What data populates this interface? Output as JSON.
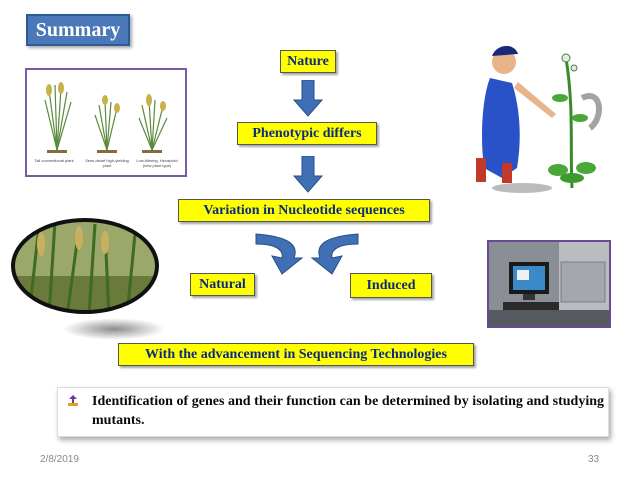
{
  "slide": {
    "title": "Summary",
    "flow": {
      "nature": "Nature",
      "phenotypic": "Phenotypic differs",
      "variation": "Variation in Nucleotide sequences",
      "natural": "Natural",
      "induced": "Induced",
      "advancement": "With the advancement in Sequencing Technologies"
    },
    "plant_captions": [
      "Tall conventional plant",
      "Semi-dwarf high-yielding plant",
      "Low-tillering, Hexaploid (new plant type)"
    ],
    "bullet": "Identification of genes and their function can be determined by isolating and studying mutants.",
    "footer": {
      "date": "2/8/2019",
      "page": "33"
    }
  },
  "colors": {
    "title_bg": "#4a78b8",
    "box_fill": "#ffff00",
    "box_text": "#0b2a80",
    "arrow": "#3f6fb5"
  }
}
